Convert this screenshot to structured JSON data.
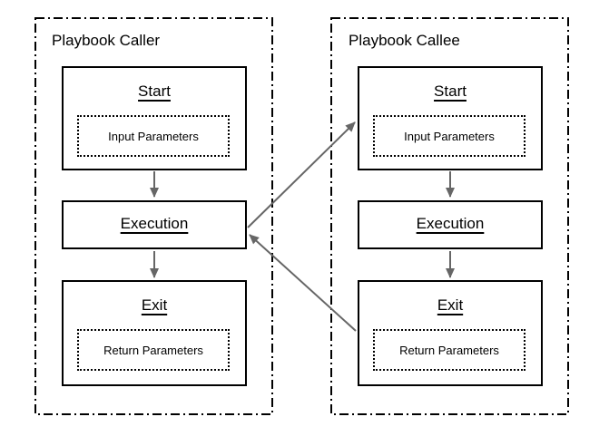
{
  "diagram": {
    "background_color": "#ffffff",
    "border_color": "#000000",
    "arrow_color": "#666666",
    "caller": {
      "title": "Playbook Caller",
      "start": {
        "heading": "Start",
        "params": "Input Parameters"
      },
      "execution": {
        "heading": "Execution"
      },
      "exit": {
        "heading": "Exit",
        "params": "Return Parameters"
      }
    },
    "callee": {
      "title": "Playbook Callee",
      "start": {
        "heading": "Start",
        "params": "Input Parameters"
      },
      "execution": {
        "heading": "Execution"
      },
      "exit": {
        "heading": "Exit",
        "params": "Return Parameters"
      }
    }
  }
}
